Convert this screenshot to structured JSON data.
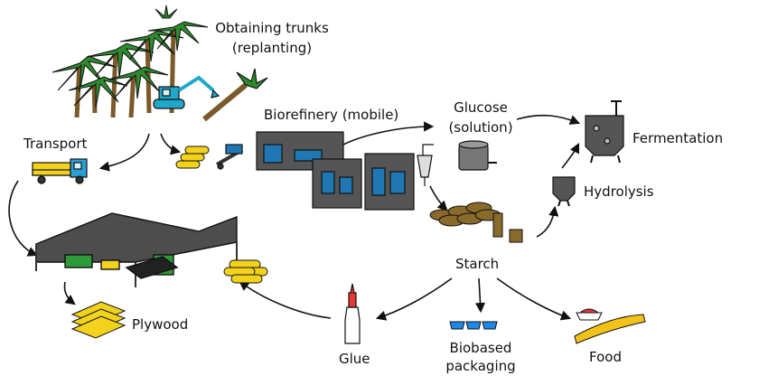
{
  "labels": {
    "obtaining": "Obtaining trunks",
    "replanting": "(replanting)",
    "transport": "Transport",
    "biorefinery": "Biorefinery (mobile)",
    "glucose": "Glucose",
    "solution": "(solution)",
    "fermentation": "Fermentation",
    "hydrolysis": "Hydrolysis",
    "starch": "Starch",
    "plywood": "Plywood",
    "glue": "Glue",
    "biobased": "Biobased",
    "packaging": "packaging",
    "food": "Food"
  },
  "colors": {
    "palm_leaf": "#2e8b2e",
    "trunk": "#7a5a2a",
    "excavator": "#1fa8c9",
    "wood_yellow": "#f2d21a",
    "truck_blue": "#2a9fd6",
    "shed": "#4d4d4d",
    "plywood_green": "#2f9a3a",
    "refinery_grey": "#555555",
    "refinery_blue": "#1f77b4",
    "starch_sack": "#8a6a2a",
    "tray_blue": "#1e88e5",
    "glue_red": "#e53935",
    "bread_yellow": "#f2c21a"
  }
}
